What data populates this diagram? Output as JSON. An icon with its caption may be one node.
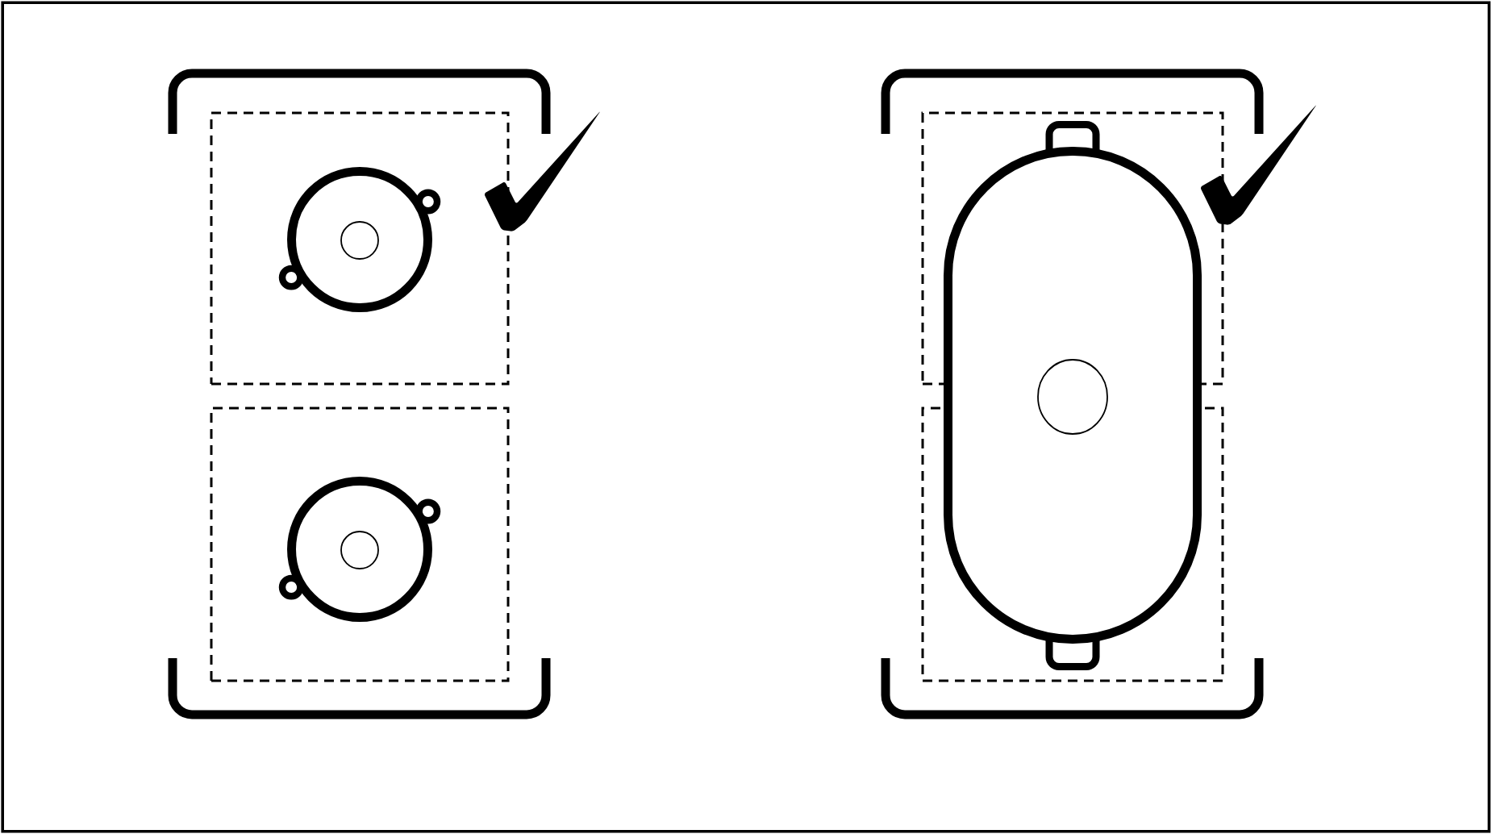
{
  "diagram": {
    "nodes": [
      {
        "text": [],
        "shape": "box"
      },
      {
        "text": [],
        "shape": "box"
      },
      {
        "text": [],
        "shape": "box"
      },
      {
        "text": [],
        "shape": "box"
      },
      {
        "text": [],
        "shape": "circle",
        "in": 0
      },
      {
        "text": [],
        "shape": "circle",
        "in": 1
      },
      {
        "text": [],
        "shape": "oval"
      }
    ]
  }
}
